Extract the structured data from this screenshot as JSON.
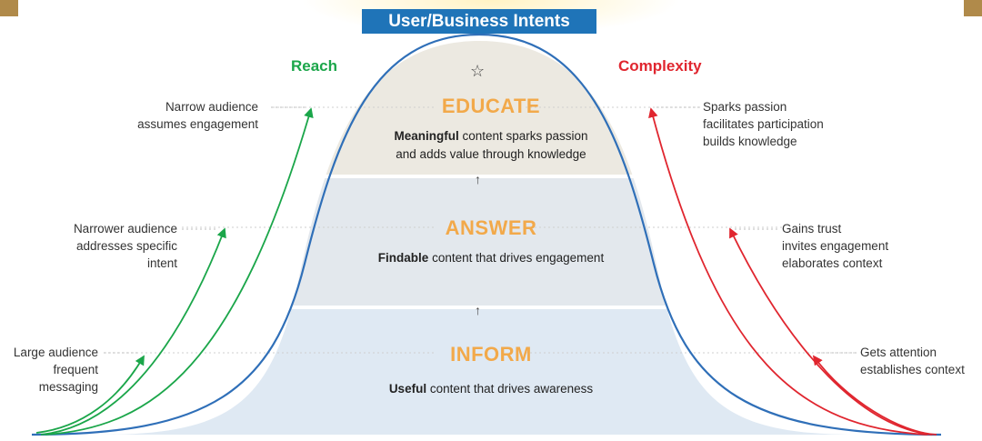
{
  "title": "User/Business Intents",
  "reach_label": "Reach",
  "complexity_label": "Complexity",
  "tiers": [
    {
      "heading": "EDUCATE",
      "bold": "Meaningful",
      "text": " content sparks passion",
      "line2": "and adds value through knowledge"
    },
    {
      "heading": "ANSWER",
      "bold": "Findable",
      "text": " content that drives engagement",
      "line2": ""
    },
    {
      "heading": "INFORM",
      "bold": "Useful",
      "text": " content that drives awareness",
      "line2": ""
    }
  ],
  "left_notes": [
    [
      "Narrow audience",
      "assumes engagement"
    ],
    [
      "Narrower audience",
      "addresses specific",
      "intent"
    ],
    [
      "Large audience",
      "frequent",
      "messaging"
    ]
  ],
  "right_notes": [
    [
      "Sparks passion",
      "facilitates participation",
      "builds knowledge"
    ],
    [
      "Gains trust",
      "invites engagement",
      "elaborates context"
    ],
    [
      "Gets attention",
      "establishes context"
    ]
  ],
  "colors": {
    "title_bg": "#1f74b8",
    "reach": "#1ba64a",
    "complexity": "#e0262f",
    "curve": "#2f6fb8",
    "heading": "#f2a94a"
  },
  "icons": [
    "star-icon",
    "up-arrow-icon"
  ]
}
